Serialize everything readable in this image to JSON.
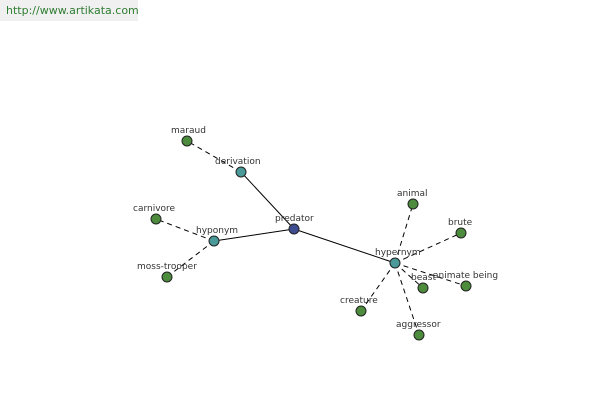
{
  "header": {
    "url_text": "http://www.artikata.com"
  },
  "colors": {
    "root_node": "#3e4d8f",
    "relation_node": "#4a9a9a",
    "leaf_node": "#4c8c3c",
    "link": "#2e7d32"
  },
  "graph": {
    "nodes": [
      {
        "id": "predator",
        "label": "predator",
        "kind": "root"
      },
      {
        "id": "derivation",
        "label": "derivation",
        "kind": "relation"
      },
      {
        "id": "hyponym",
        "label": "hyponym",
        "kind": "relation"
      },
      {
        "id": "hypernym",
        "label": "hypernym",
        "kind": "relation"
      },
      {
        "id": "maraud",
        "label": "maraud",
        "kind": "leaf"
      },
      {
        "id": "carnivore",
        "label": "carnivore",
        "kind": "leaf"
      },
      {
        "id": "moss-trooper",
        "label": "moss-trooper",
        "kind": "leaf"
      },
      {
        "id": "animal",
        "label": "animal",
        "kind": "leaf"
      },
      {
        "id": "brute",
        "label": "brute",
        "kind": "leaf"
      },
      {
        "id": "beast",
        "label": "beast",
        "kind": "leaf"
      },
      {
        "id": "animate-being",
        "label": "animate being",
        "kind": "leaf"
      },
      {
        "id": "creature",
        "label": "creature",
        "kind": "leaf"
      },
      {
        "id": "aggressor",
        "label": "aggressor",
        "kind": "leaf"
      }
    ],
    "edges": [
      {
        "from": "predator",
        "to": "derivation",
        "style": "solid"
      },
      {
        "from": "predator",
        "to": "hyponym",
        "style": "solid"
      },
      {
        "from": "predator",
        "to": "hypernym",
        "style": "solid"
      },
      {
        "from": "derivation",
        "to": "maraud",
        "style": "dashed"
      },
      {
        "from": "hyponym",
        "to": "carnivore",
        "style": "dashed"
      },
      {
        "from": "hyponym",
        "to": "moss-trooper",
        "style": "dashed"
      },
      {
        "from": "hypernym",
        "to": "animal",
        "style": "dashed"
      },
      {
        "from": "hypernym",
        "to": "brute",
        "style": "dashed"
      },
      {
        "from": "hypernym",
        "to": "beast",
        "style": "dashed"
      },
      {
        "from": "hypernym",
        "to": "animate-being",
        "style": "dashed"
      },
      {
        "from": "hypernym",
        "to": "creature",
        "style": "dashed"
      },
      {
        "from": "hypernym",
        "to": "aggressor",
        "style": "dashed"
      }
    ]
  }
}
